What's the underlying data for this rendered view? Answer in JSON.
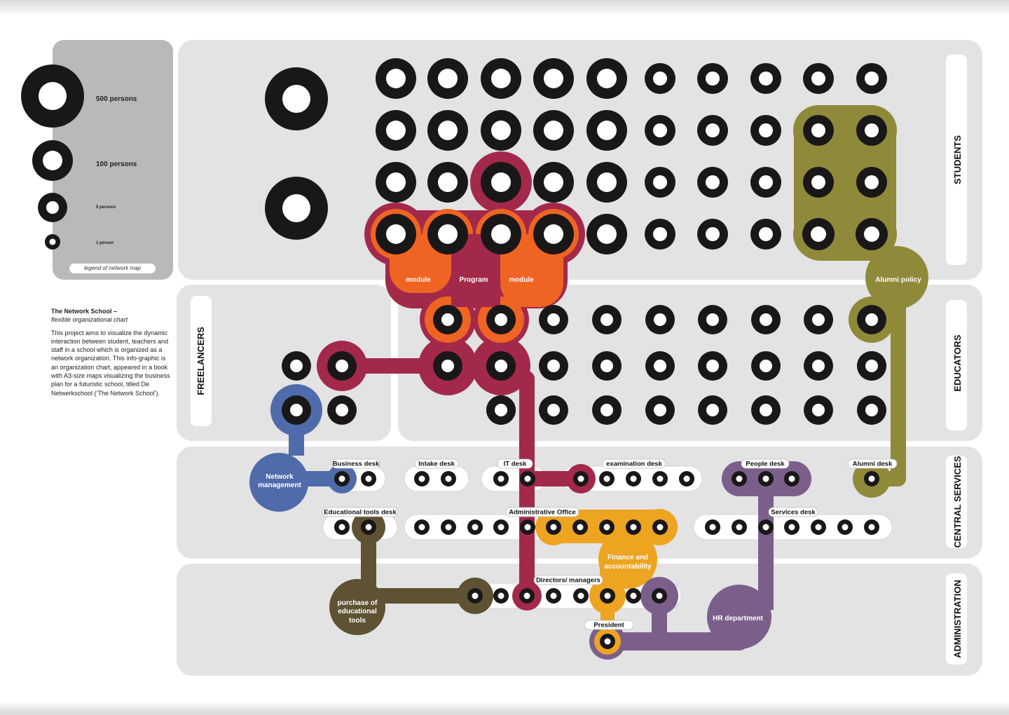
{
  "legend": {
    "p500": "500 persons",
    "p100": "100 persons",
    "p5": "5 persons",
    "p1": "1 person",
    "caption": "legend of network map"
  },
  "description": {
    "title": "The Network School –",
    "subtitle": "flexible organizational chart",
    "body": "This project aims to visualize the dynamic interaction between student, teachers and staff in a school which is organized as a network organization. This info-graphic is an organization chart, appeared in a book with A3-size maps visualizing the business plan for a futuristic school, titled De Netwerkschool (‘The Network School’)."
  },
  "sections": {
    "students": "STUDENTS",
    "educators": "EDUCATORS",
    "freelancers": "FREELANCERS",
    "central_services": "CENTRAL SERVICES",
    "administration": "ADMINISTRATION"
  },
  "groups": {
    "module_left": "module",
    "program": "Program",
    "module_right": "module",
    "alumni_policy": "Alumni policy",
    "network_management_1": "Network",
    "network_management_2": "management",
    "finance_1": "Finance and",
    "finance_2": "accountability",
    "purchase_1": "purchase of",
    "purchase_2": "educational",
    "purchase_3": "tools",
    "hr": "HR department"
  },
  "desks": {
    "business": "Business desk",
    "intake": "Intake desk",
    "it": "IT desk",
    "examination": "examination desk",
    "people": "People desk",
    "alumni": "Alumni desk",
    "educational_tools": "Educational tools desk",
    "administrative": "Administrative Office",
    "services": "Services desk",
    "directors": "Directors/ managers",
    "president": "President"
  },
  "colors": {
    "program": "#a3294a",
    "module": "#ef6423",
    "alumni": "#8f8a3a",
    "network": "#4f6ba9",
    "finance": "#eda421",
    "purchase": "#5e5233",
    "hr": "#7b5f8b",
    "panel": "#e3e3e4",
    "legend": "#b9b9bb"
  }
}
